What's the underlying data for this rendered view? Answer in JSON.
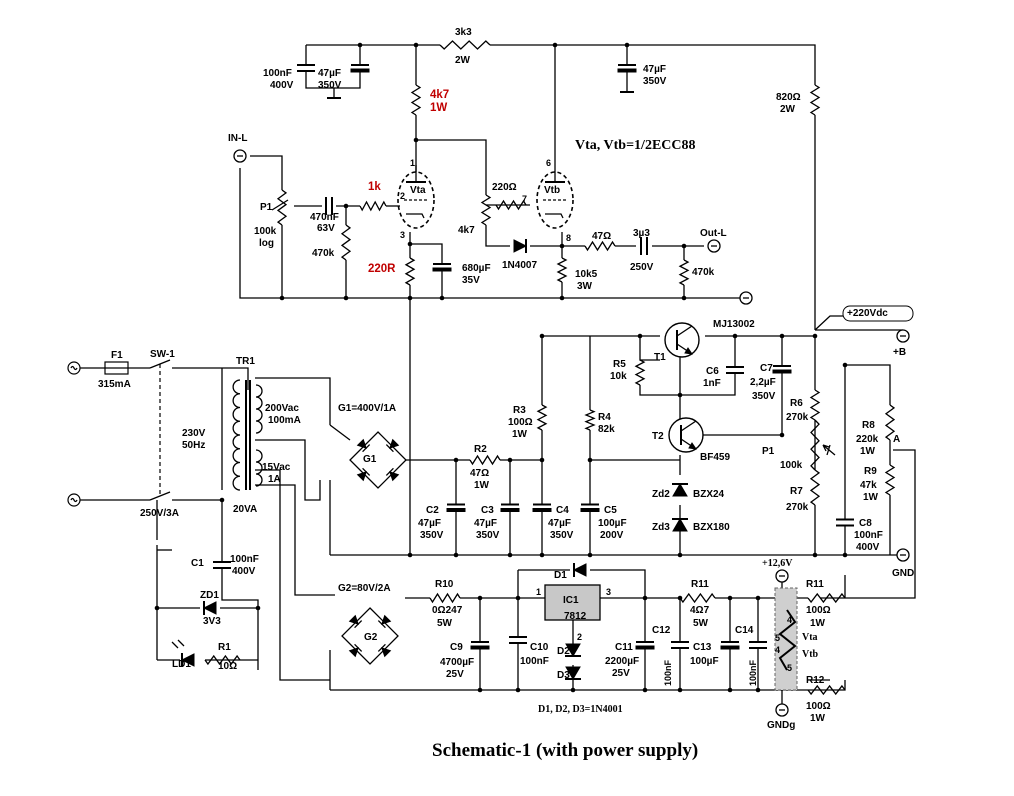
{
  "title": "Schematic-1 (with power supply)",
  "note": "Vta, Vtb=1/2ECC88",
  "components": {
    "C_100n_400_top": [
      "100nF",
      "400V"
    ],
    "C_47u_350_top": [
      "47µF",
      "350V"
    ],
    "R_3k3": [
      "3k3",
      "2W"
    ],
    "C_47u_350_mid": [
      "47µF",
      "350V"
    ],
    "R_820": [
      "820Ω",
      "2W"
    ],
    "R_4k7_1W": [
      "4k7",
      "1W"
    ],
    "IN_L": "IN-L",
    "P1_vol": [
      "P1",
      "100k",
      "log"
    ],
    "C_470n": [
      "470nF",
      "63V"
    ],
    "R_1k": "1k",
    "R_470k_grid": "470k",
    "Vta": "Vta",
    "Vtb": "Vtb",
    "pin1": "1",
    "pin2": "2",
    "pin3": "3",
    "pin6": "6",
    "pin7": "7",
    "pin8": "8",
    "R_220_grid": "220Ω",
    "R_4k7_div": "4k7",
    "R_220R": "220R",
    "C_680u": [
      "680µF",
      "35V"
    ],
    "D_1N4007": "1N4007",
    "R_47": "47Ω",
    "C_3u3": [
      "3µ3",
      "250V"
    ],
    "Out_L": "Out-L",
    "R_10k5": [
      "10k5",
      "3W"
    ],
    "R_470k_out": "470k",
    "plus_220": "+220Vdc",
    "T1_type": "MJ13002",
    "B_plus": "+B",
    "F1": [
      "F1",
      "315mA"
    ],
    "SW1": "SW-1",
    "TR1": "TR1",
    "mains": [
      "230V",
      "50Hz"
    ],
    "sec1": [
      "200Vac",
      "100mA"
    ],
    "sec2": [
      "15Vac",
      "1A"
    ],
    "TR_VA": "20VA",
    "SW_rating": "250V/3A",
    "G1": [
      "G1=400V/1A",
      "G1"
    ],
    "R3": [
      "R3",
      "100Ω",
      "1W"
    ],
    "R4": [
      "R4",
      "82k"
    ],
    "R5": [
      "R5",
      "10k"
    ],
    "T1": "T1",
    "C6": [
      "C6",
      "1nF"
    ],
    "C7": [
      "C7",
      "2,2µF",
      "350V"
    ],
    "R6": [
      "R6",
      "270k"
    ],
    "R8": [
      "R8",
      "220k",
      "1W"
    ],
    "A": "A",
    "T2": [
      "T2",
      "BF459"
    ],
    "P1_adj": [
      "P1",
      "100k"
    ],
    "R9": [
      "R9",
      "47k",
      "1W"
    ],
    "R2": [
      "R2",
      "47Ω",
      "1W"
    ],
    "C2": [
      "C2",
      "47µF",
      "350V"
    ],
    "C3": [
      "C3",
      "47µF",
      "350V"
    ],
    "C4": [
      "C4",
      "47µF",
      "350V"
    ],
    "C5": [
      "C5",
      "100µF",
      "200V"
    ],
    "Zd2": [
      "Zd2",
      "BZX24"
    ],
    "Zd3": [
      "Zd3",
      "BZX180"
    ],
    "R7": [
      "R7",
      "270k"
    ],
    "C8": [
      "C8",
      "100nF",
      "400V"
    ],
    "GND": "GND",
    "C1": [
      "C1",
      "100nF",
      "400V"
    ],
    "ZD1": [
      "ZD1",
      "3V3"
    ],
    "LD1": "LD1",
    "R1": [
      "R1",
      "10Ω"
    ],
    "G2": [
      "G2=80V/2A",
      "G2"
    ],
    "R10": [
      "R10",
      "0Ω247",
      "5W"
    ],
    "D1": "D1",
    "IC1": [
      "IC1",
      "7812"
    ],
    "ic_pins": [
      "1",
      "2",
      "3"
    ],
    "R11a": [
      "R11",
      "4Ω7",
      "5W"
    ],
    "plus126": "+12,6V",
    "R11b": [
      "R11",
      "100Ω",
      "1W"
    ],
    "C9": [
      "C9",
      "4700µF",
      "25V"
    ],
    "C10": [
      "C10",
      "100nF"
    ],
    "D2": "D2",
    "D3": "D3",
    "C11": [
      "C11",
      "2200µF",
      "25V"
    ],
    "C12": [
      "C12",
      "100nF"
    ],
    "C13": [
      "C13",
      "100µF"
    ],
    "C14": [
      "C14",
      "100nF"
    ],
    "heater": [
      "Vta",
      "Vtb",
      "4",
      "5",
      "4",
      "5"
    ],
    "R12": [
      "R12",
      "100Ω",
      "1W"
    ],
    "GNDg": "GNDg",
    "diodes": "D1, D2, D3=1N4001"
  }
}
